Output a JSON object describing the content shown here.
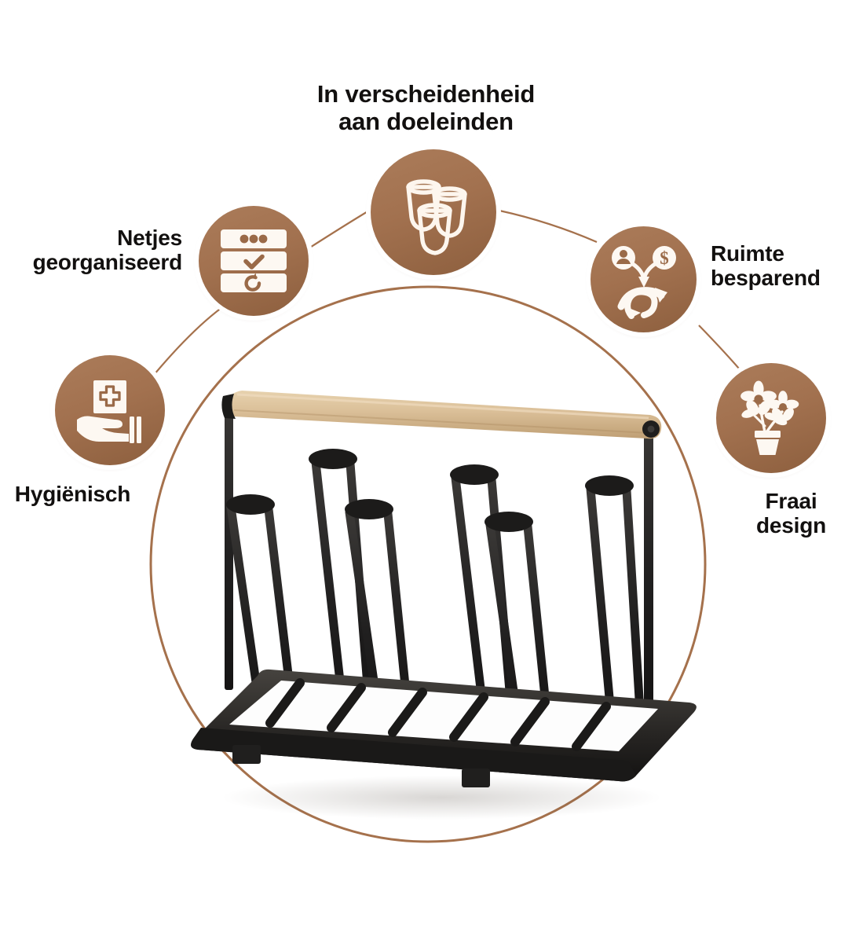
{
  "page": {
    "language": "nl",
    "background_color": "#ffffff",
    "accent_color": "#a2714f",
    "accent_color_dark": "#8d5f3e",
    "accent_line_color": "#a5714c",
    "text_color": "#12100f"
  },
  "features": [
    {
      "id": "variety",
      "label": "In verscheidenheid\naan doeleinden",
      "icon": "three-glasses-icon",
      "position": "top-center"
    },
    {
      "id": "organized",
      "label": "Netjes\ngeorganiseerd",
      "icon": "stacked-list-icon",
      "position": "top-left"
    },
    {
      "id": "hygienic",
      "label": "Hygiënisch",
      "icon": "hand-medical-cross-icon",
      "position": "left"
    },
    {
      "id": "space-saving",
      "label": "Ruimte\nbesparend",
      "icon": "person-money-growth-icon",
      "position": "top-right"
    },
    {
      "id": "design",
      "label": "Fraai\ndesign",
      "icon": "potted-flower-icon",
      "position": "right"
    }
  ],
  "product": {
    "name": "glass-drying-rack",
    "prong_count": 6,
    "frame_color": "#1d1c1b",
    "wood_color": "#d9bd93",
    "wood_color_dark": "#bd9d72"
  }
}
